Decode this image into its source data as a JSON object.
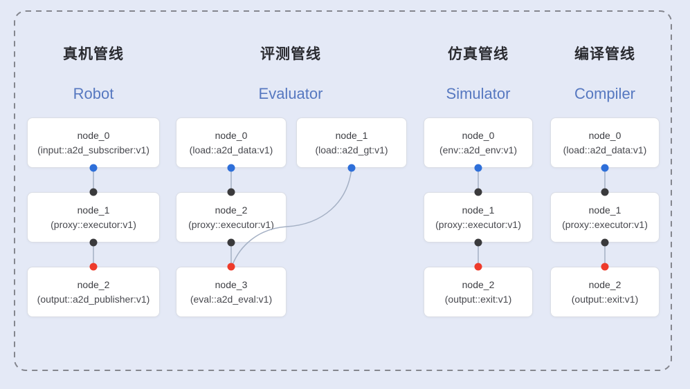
{
  "diagram": {
    "pipelines": [
      {
        "title_zh": "真机管线",
        "title_en": "Robot",
        "nodes": [
          {
            "name": "node_0",
            "type": "(input::a2d_subscriber:v1)"
          },
          {
            "name": "node_1",
            "type": "(proxy::executor:v1)"
          },
          {
            "name": "node_2",
            "type": "(output::a2d_publisher:v1)"
          }
        ],
        "edges": [
          "node_0 -> node_1",
          "node_1 -> node_2"
        ]
      },
      {
        "title_zh": "评测管线",
        "title_en": "Evaluator",
        "nodes": [
          {
            "name": "node_0",
            "type": "(load::a2d_data:v1)"
          },
          {
            "name": "node_1",
            "type": "(load::a2d_gt:v1)"
          },
          {
            "name": "node_2",
            "type": "(proxy::executor:v1)"
          },
          {
            "name": "node_3",
            "type": "(eval::a2d_eval:v1)"
          }
        ],
        "edges": [
          "node_0 -> node_2",
          "node_1 -> node_3",
          "node_2 -> node_3"
        ]
      },
      {
        "title_zh": "仿真管线",
        "title_en": "Simulator",
        "nodes": [
          {
            "name": "node_0",
            "type": "(env::a2d_env:v1)"
          },
          {
            "name": "node_1",
            "type": "(proxy::executor:v1)"
          },
          {
            "name": "node_2",
            "type": "(output::exit:v1)"
          }
        ],
        "edges": [
          "node_0 -> node_1",
          "node_1 -> node_2"
        ]
      },
      {
        "title_zh": "编译管线",
        "title_en": "Compiler",
        "nodes": [
          {
            "name": "node_0",
            "type": "(load::a2d_data:v1)"
          },
          {
            "name": "node_1",
            "type": "(proxy::executor:v1)"
          },
          {
            "name": "node_2",
            "type": "(output::exit:v1)"
          }
        ],
        "edges": [
          "node_0 -> node_1",
          "node_1 -> node_2"
        ]
      }
    ],
    "colors": {
      "background": "#e4e9f6",
      "card_background": "#ffffff",
      "card_border": "#dadde5",
      "title_zh_color": "#2a2b30",
      "title_en_color": "#5678c0",
      "node_text": "#47484e",
      "edge_line": "#a4b0c4",
      "port_output_blue": "#2e6fd9",
      "port_mid_black": "#3a3a3c",
      "port_input_red": "#ee3b2b",
      "frame_dash": "#84868e"
    }
  }
}
